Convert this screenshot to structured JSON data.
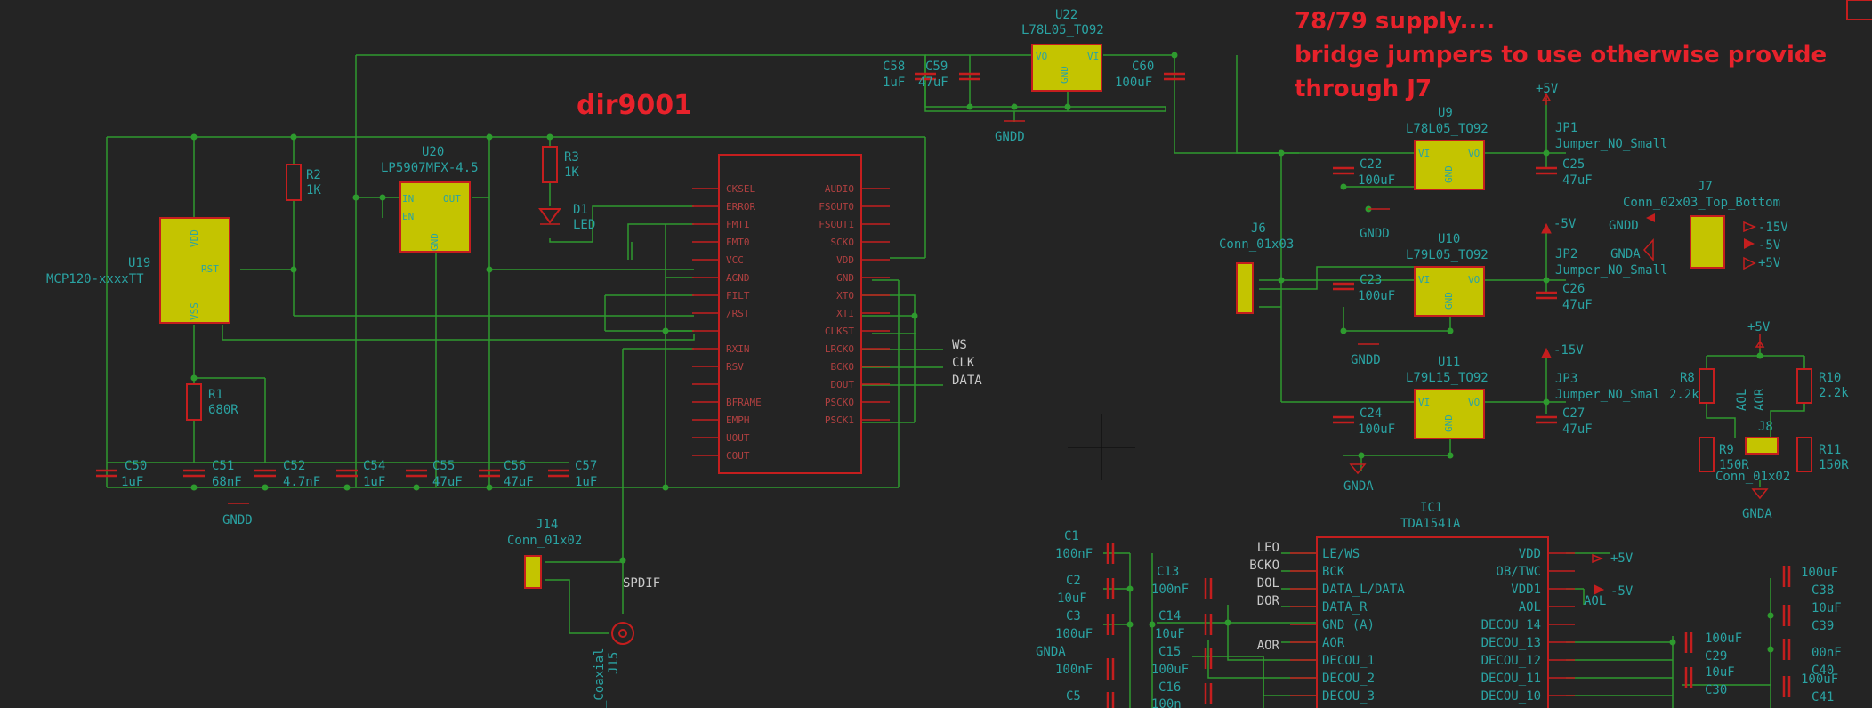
{
  "notes": {
    "title_dir": "dir9001",
    "supply_1": "78/79 supply....",
    "supply_2": "bridge jumpers to use otherwise provide",
    "supply_3": "through J7"
  },
  "refs": {
    "U22": "U22",
    "U22v": "L78L05_TO92",
    "C58": "C58",
    "C58v": "1uF",
    "C59": "C59",
    "C59v": "47uF",
    "C60": "C60",
    "C60v": "100uF",
    "U20": "U20",
    "U20v": "LP5907MFX-4.5",
    "U19": "U19",
    "U19v": "MCP120-xxxxTT",
    "R2": "R2",
    "R2v": "1K",
    "R3": "R3",
    "R3v": "1K",
    "D1": "D1",
    "D1v": "LED",
    "R1": "R1",
    "R1v": "680R",
    "C50": "C50",
    "C50v": "1uF",
    "C51": "C51",
    "C51v": "68nF",
    "C52": "C52",
    "C52v": "4.7nF",
    "C54": "C54",
    "C54v": "1uF",
    "C55": "C55",
    "C55v": "47uF",
    "C56": "C56",
    "C56v": "47uF",
    "C57": "C57",
    "C57v": "1uF",
    "J14": "J14",
    "J14v": "Conn_01x02",
    "J15": "J15",
    "J15v": "_Coaxial",
    "U9": "U9",
    "U9v": "L78L05_TO92",
    "U10": "U10",
    "U10v": "L79L05_TO92",
    "U11": "U11",
    "U11v": "L79L15_TO92",
    "C22": "C22",
    "C22v": "100uF",
    "C23": "C23",
    "C23v": "100uF",
    "C24": "C24",
    "C24v": "100uF",
    "C25": "C25",
    "C25v": "47uF",
    "C26": "C26",
    "C26v": "47uF",
    "C27": "C27",
    "C27v": "47uF",
    "JP1": "JP1",
    "JP2": "JP2",
    "JP3": "JP3",
    "JP1v": "Jumper_NO_Small",
    "JP2v": "Jumper_NO_Small",
    "JP3v": "Jumper_NO_Smal",
    "J6": "J6",
    "J6v": "Conn_01x03",
    "J7": "J7",
    "J7v": "Conn_02x03_Top_Bottom",
    "J8": "J8",
    "J8v": "Conn_01x02",
    "R8": "R8",
    "R8v": "2.2k",
    "R9": "R9",
    "R9v": "150R",
    "R10": "R10",
    "R10v": "2.2k",
    "R11": "R11",
    "R11v": "150R",
    "IC1": "IC1",
    "IC1v": "TDA1541A",
    "C1": "C1",
    "C1v": "100nF",
    "C2": "C2",
    "C2v": "10uF",
    "C3": "C3",
    "C3v": "100uF",
    "C4v": "100nF",
    "C5": "C5",
    "C13": "C13",
    "C13v": "100nF",
    "C14": "C14",
    "C14v": "10uF",
    "C15": "C15",
    "C15v": "100uF",
    "C16": "C16",
    "C16v": "100n",
    "C29": "C29",
    "C29v": "10uF",
    "C29v2": "100uF",
    "C30": "C30",
    "C38": "C38",
    "C38v": "10uF",
    "C38v0": "100uF",
    "C39": "C39",
    "C39v": "00nF",
    "C40": "C40",
    "C40v": "100uF",
    "C41": "C41"
  },
  "power": {
    "gndd": "GNDD",
    "gnda": "GNDA",
    "p5v": "+5V",
    "m5v": "-5V",
    "m15v": "-15V",
    "p15v": "-15V"
  },
  "chip_dir": {
    "left_pins": [
      "CKSEL",
      "ERROR",
      "FMT1",
      "FMT0",
      "VCC",
      "AGND",
      "FILT",
      "/RST",
      "",
      "RXIN",
      "RSV",
      "",
      "BFRAME",
      "EMPH",
      "UOUT",
      "COUT"
    ],
    "right_pins": [
      "AUDIO",
      "FSOUT0",
      "FSOUT1",
      "SCKO",
      "VDD",
      "GND",
      "XTO",
      "XTI",
      "CLKST",
      "LRCKO",
      "BCKO",
      "DOUT",
      "PSCKO",
      "PSCK1"
    ]
  },
  "chip_u19": {
    "vdd": "VDD",
    "rst": "RST",
    "vss": "VSS"
  },
  "chip_reg": {
    "in": "IN",
    "out": "OUT",
    "en": "EN",
    "gnd": "GND",
    "vi": "VI",
    "vo": "VO"
  },
  "nets": {
    "ws": "WS",
    "clk": "CLK",
    "data": "DATA",
    "spdif": "SPDIF",
    "aol": "AOL",
    "aor": "AOR"
  },
  "j7_pins": {
    "l1": "GNDD",
    "l2": "GNDA",
    "r1": "-15V",
    "r2": "-5V",
    "r3": "+5V"
  },
  "ic1": {
    "left_pins": [
      "LE/WS",
      "BCK",
      "DATA_L/DATA",
      "DATA_R",
      "GND_(A)",
      "AOR",
      "DECOU_1",
      "DECOU_2",
      "DECOU_3"
    ],
    "right_pins": [
      "VDD",
      "OB/TWC",
      "VDD1",
      "AOL",
      "DECOU_14",
      "DECOU_13",
      "DECOU_12",
      "DECOU_11",
      "DECOU_10"
    ],
    "left_nets": [
      "LEO",
      "BCKO",
      "DOL",
      "DOR",
      "",
      "AOR"
    ]
  }
}
